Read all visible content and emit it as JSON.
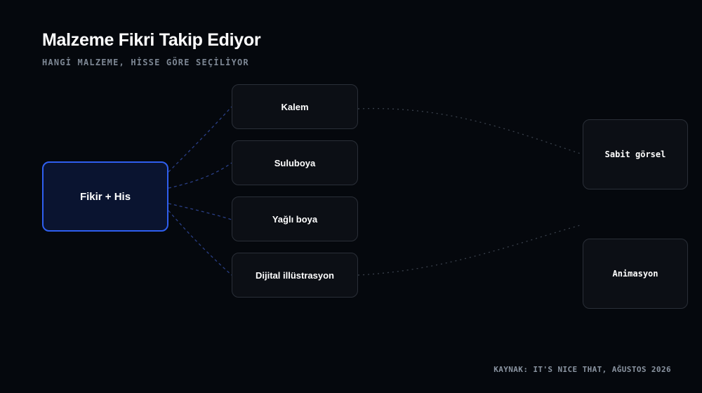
{
  "header": {
    "title": "Malzeme Fikri Takip Ediyor",
    "subtitle": "HANGİ MALZEME, HİSSE GÖRE SEÇİLİYOR"
  },
  "diagram": {
    "source": {
      "label": "Fikir + His"
    },
    "materials": [
      {
        "label": "Kalem"
      },
      {
        "label": "Suluboya"
      },
      {
        "label": "Yağlı boya"
      },
      {
        "label": "Dijital illüstrasyon"
      }
    ],
    "outputs": [
      {
        "label": "Sabit görsel"
      },
      {
        "label": "Animasyon"
      }
    ]
  },
  "footer": {
    "source": "KAYNAK: IT'S NICE THAT, AĞUSTOS 2026"
  },
  "colors": {
    "background": "#05080d",
    "accent": "#2f5ff0",
    "source_fill": "#0a1430",
    "node_fill": "#0c0f15",
    "node_border": "#2a2f38",
    "muted_text": "#7d8794"
  }
}
